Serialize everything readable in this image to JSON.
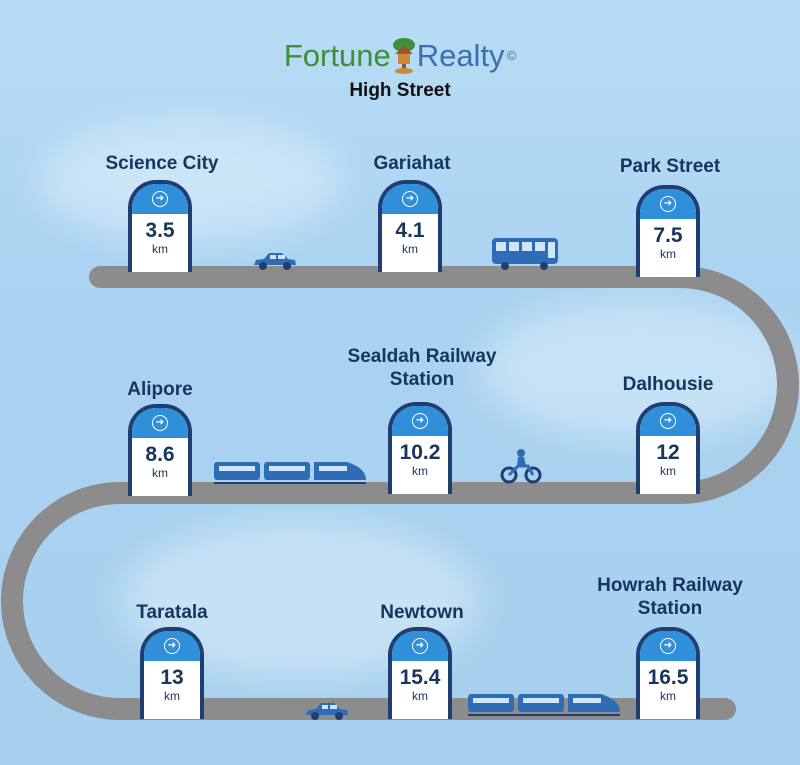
{
  "brand": {
    "name_part1": "Fortune",
    "name_part2": "Realty",
    "copyright_mark": "©",
    "subtitle": "High Street",
    "colors": {
      "green": "#3f8f3a",
      "blue": "#3a6fb2"
    }
  },
  "stops": [
    {
      "name": "Science City",
      "distance": "3.5",
      "unit": "km"
    },
    {
      "name": "Gariahat",
      "distance": "4.1",
      "unit": "km"
    },
    {
      "name": "Park Street",
      "distance": "7.5",
      "unit": "km"
    },
    {
      "name": "Alipore",
      "distance": "8.6",
      "unit": "km"
    },
    {
      "name": "Sealdah Railway Station",
      "distance": "10.2",
      "unit": "km"
    },
    {
      "name": "Dalhousie",
      "distance": "12",
      "unit": "km"
    },
    {
      "name": "Taratala",
      "distance": "13",
      "unit": "km"
    },
    {
      "name": "Newtown",
      "distance": "15.4",
      "unit": "km"
    },
    {
      "name": "Howrah Railway Station",
      "distance": "16.5",
      "unit": "km"
    }
  ],
  "vehicles": [
    "car-icon",
    "bus-icon",
    "train-icon",
    "motorbike-icon",
    "car-icon",
    "train-icon"
  ],
  "colors": {
    "road": "#8c8c8c",
    "pin_border": "#1f3f73",
    "pin_top": "#2f8fd8",
    "text": "#17365e",
    "vehicle": "#2e6db5"
  }
}
